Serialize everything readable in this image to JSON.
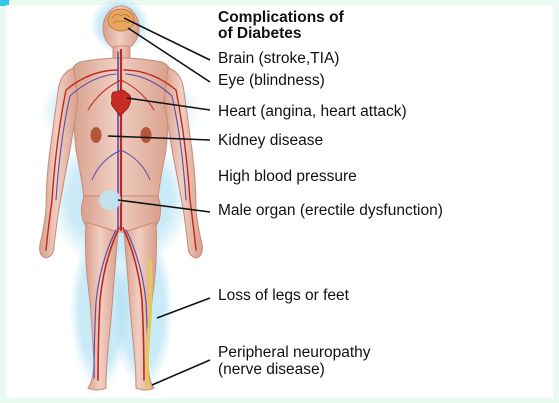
{
  "title": {
    "line1": "Complications of",
    "line2": "of  Diabetes"
  },
  "labels": [
    {
      "id": "brain",
      "text": "Brain (stroke,TIA)"
    },
    {
      "id": "eye",
      "text": "Eye (blindness)"
    },
    {
      "id": "heart",
      "text": "Heart (angina, heart attack)"
    },
    {
      "id": "kidney",
      "text": "Kidney disease"
    },
    {
      "id": "bp",
      "text": "High blood pressure"
    },
    {
      "id": "male",
      "text": "Male organ (erectile dysfunction)"
    },
    {
      "id": "legs",
      "text": "Loss of legs or feet"
    },
    {
      "id": "neuro1",
      "text": "Peripheral neuropathy"
    },
    {
      "id": "neuro2",
      "text": "(nerve disease)"
    }
  ],
  "colors": {
    "skin": "#e9c3b4",
    "skin_shade": "#d69c8b",
    "artery": "#c0281e",
    "vein": "#5b4fa8",
    "glow": "#8fd3ee",
    "nerve": "#e6c85a",
    "leader": "#111111"
  }
}
